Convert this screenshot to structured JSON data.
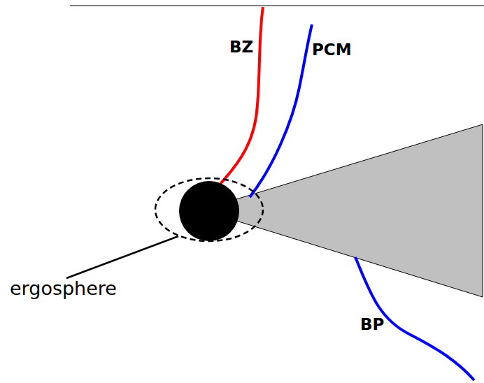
{
  "diagram": {
    "labels": [
      "BZ",
      "PCM",
      "BP",
      "ergosphere"
    ]
  }
}
